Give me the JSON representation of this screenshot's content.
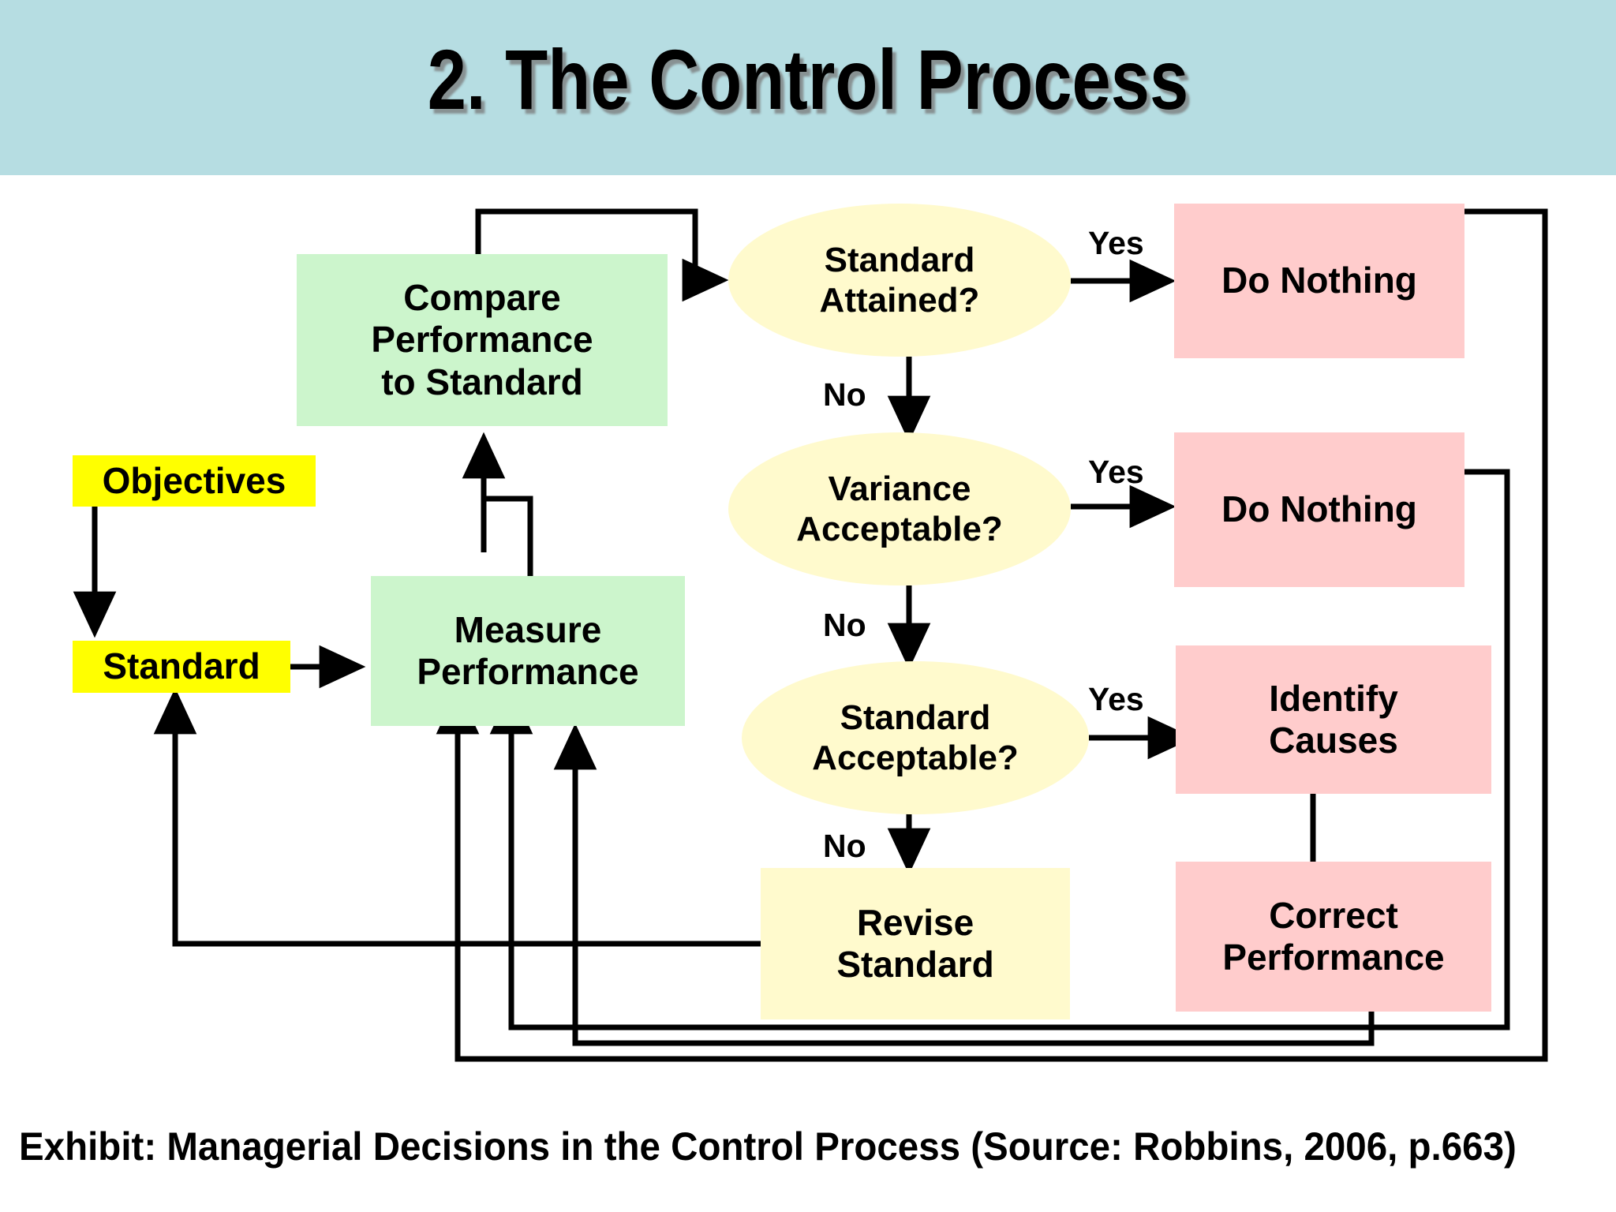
{
  "slide": {
    "title": "2. The Control Process",
    "banner_color": "#b6dde2",
    "background_color": "#ffffff",
    "caption": "Exhibit: Managerial Decisions in the Control Process (Source: Robbins, 2006, p.663)"
  },
  "palette": {
    "process_green": "#ccf5cc",
    "decision_cream": "#fffacd",
    "action_pink": "#ffcccc",
    "input_yellow": "#ffff00",
    "revise_cream": "#fffacd",
    "connector": "#000000"
  },
  "chart_data": {
    "type": "flowchart",
    "title": "Managerial Decisions in the Control Process",
    "nodes": [
      {
        "id": "objectives",
        "label": "Objectives",
        "shape": "rect",
        "fill": "#ffff00"
      },
      {
        "id": "standard",
        "label": "Standard",
        "shape": "rect",
        "fill": "#ffff00"
      },
      {
        "id": "measure",
        "label": "Measure\nPerformance",
        "shape": "rect",
        "fill": "#ccf5cc"
      },
      {
        "id": "compare",
        "label": "Compare\nPerformance\nto Standard",
        "shape": "rect",
        "fill": "#ccf5cc"
      },
      {
        "id": "attained",
        "label": "Standard\nAttained?",
        "shape": "oval",
        "fill": "#fffacd"
      },
      {
        "id": "variance",
        "label": "Variance\nAcceptable?",
        "shape": "oval",
        "fill": "#fffacd"
      },
      {
        "id": "stdaccept",
        "label": "Standard\nAcceptable?",
        "shape": "oval",
        "fill": "#fffacd"
      },
      {
        "id": "donothing1",
        "label": "Do Nothing",
        "shape": "rect",
        "fill": "#ffcccc"
      },
      {
        "id": "donothing2",
        "label": "Do Nothing",
        "shape": "rect",
        "fill": "#ffcccc"
      },
      {
        "id": "identify",
        "label": "Identify\nCauses",
        "shape": "rect",
        "fill": "#ffcccc"
      },
      {
        "id": "correct",
        "label": "Correct\nPerformance",
        "shape": "rect",
        "fill": "#ffcccc"
      },
      {
        "id": "revise",
        "label": "Revise\nStandard",
        "shape": "rect",
        "fill": "#fffacd"
      }
    ],
    "edges": [
      {
        "from": "objectives",
        "to": "standard",
        "label": ""
      },
      {
        "from": "standard",
        "to": "measure",
        "label": ""
      },
      {
        "from": "measure",
        "to": "compare",
        "label": ""
      },
      {
        "from": "compare",
        "to": "attained",
        "label": ""
      },
      {
        "from": "attained",
        "to": "donothing1",
        "label": "Yes"
      },
      {
        "from": "attained",
        "to": "variance",
        "label": "No"
      },
      {
        "from": "variance",
        "to": "donothing2",
        "label": "Yes"
      },
      {
        "from": "variance",
        "to": "stdaccept",
        "label": "No"
      },
      {
        "from": "stdaccept",
        "to": "identify",
        "label": "Yes"
      },
      {
        "from": "stdaccept",
        "to": "revise",
        "label": "No"
      },
      {
        "from": "identify",
        "to": "correct",
        "label": ""
      },
      {
        "from": "donothing1",
        "to": "measure",
        "label": ""
      },
      {
        "from": "donothing2",
        "to": "measure",
        "label": ""
      },
      {
        "from": "correct",
        "to": "measure",
        "label": ""
      },
      {
        "from": "revise",
        "to": "standard",
        "label": ""
      }
    ],
    "edge_labels": {
      "yes_1": "Yes",
      "no_1": "No",
      "yes_2": "Yes",
      "no_2": "No",
      "yes_3": "Yes",
      "no_3": "No"
    }
  },
  "nodes": {
    "objectives": {
      "label": "Objectives"
    },
    "standard": {
      "label": "Standard"
    },
    "measure": {
      "l1": "Measure",
      "l2": "Performance"
    },
    "compare": {
      "l1": "Compare",
      "l2": "Performance",
      "l3": "to Standard"
    },
    "attained": {
      "l1": "Standard",
      "l2": "Attained?"
    },
    "variance": {
      "l1": "Variance",
      "l2": "Acceptable?"
    },
    "stdaccept": {
      "l1": "Standard",
      "l2": "Acceptable?"
    },
    "donothing1": {
      "label": "Do Nothing"
    },
    "donothing2": {
      "label": "Do Nothing"
    },
    "identify": {
      "l1": "Identify",
      "l2": "Causes"
    },
    "correct": {
      "l1": "Correct",
      "l2": "Performance"
    },
    "revise": {
      "l1": "Revise",
      "l2": "Standard"
    }
  },
  "labels": {
    "yes1": "Yes",
    "no1": "No",
    "yes2": "Yes",
    "no2": "No",
    "yes3": "Yes",
    "no3": "No"
  }
}
